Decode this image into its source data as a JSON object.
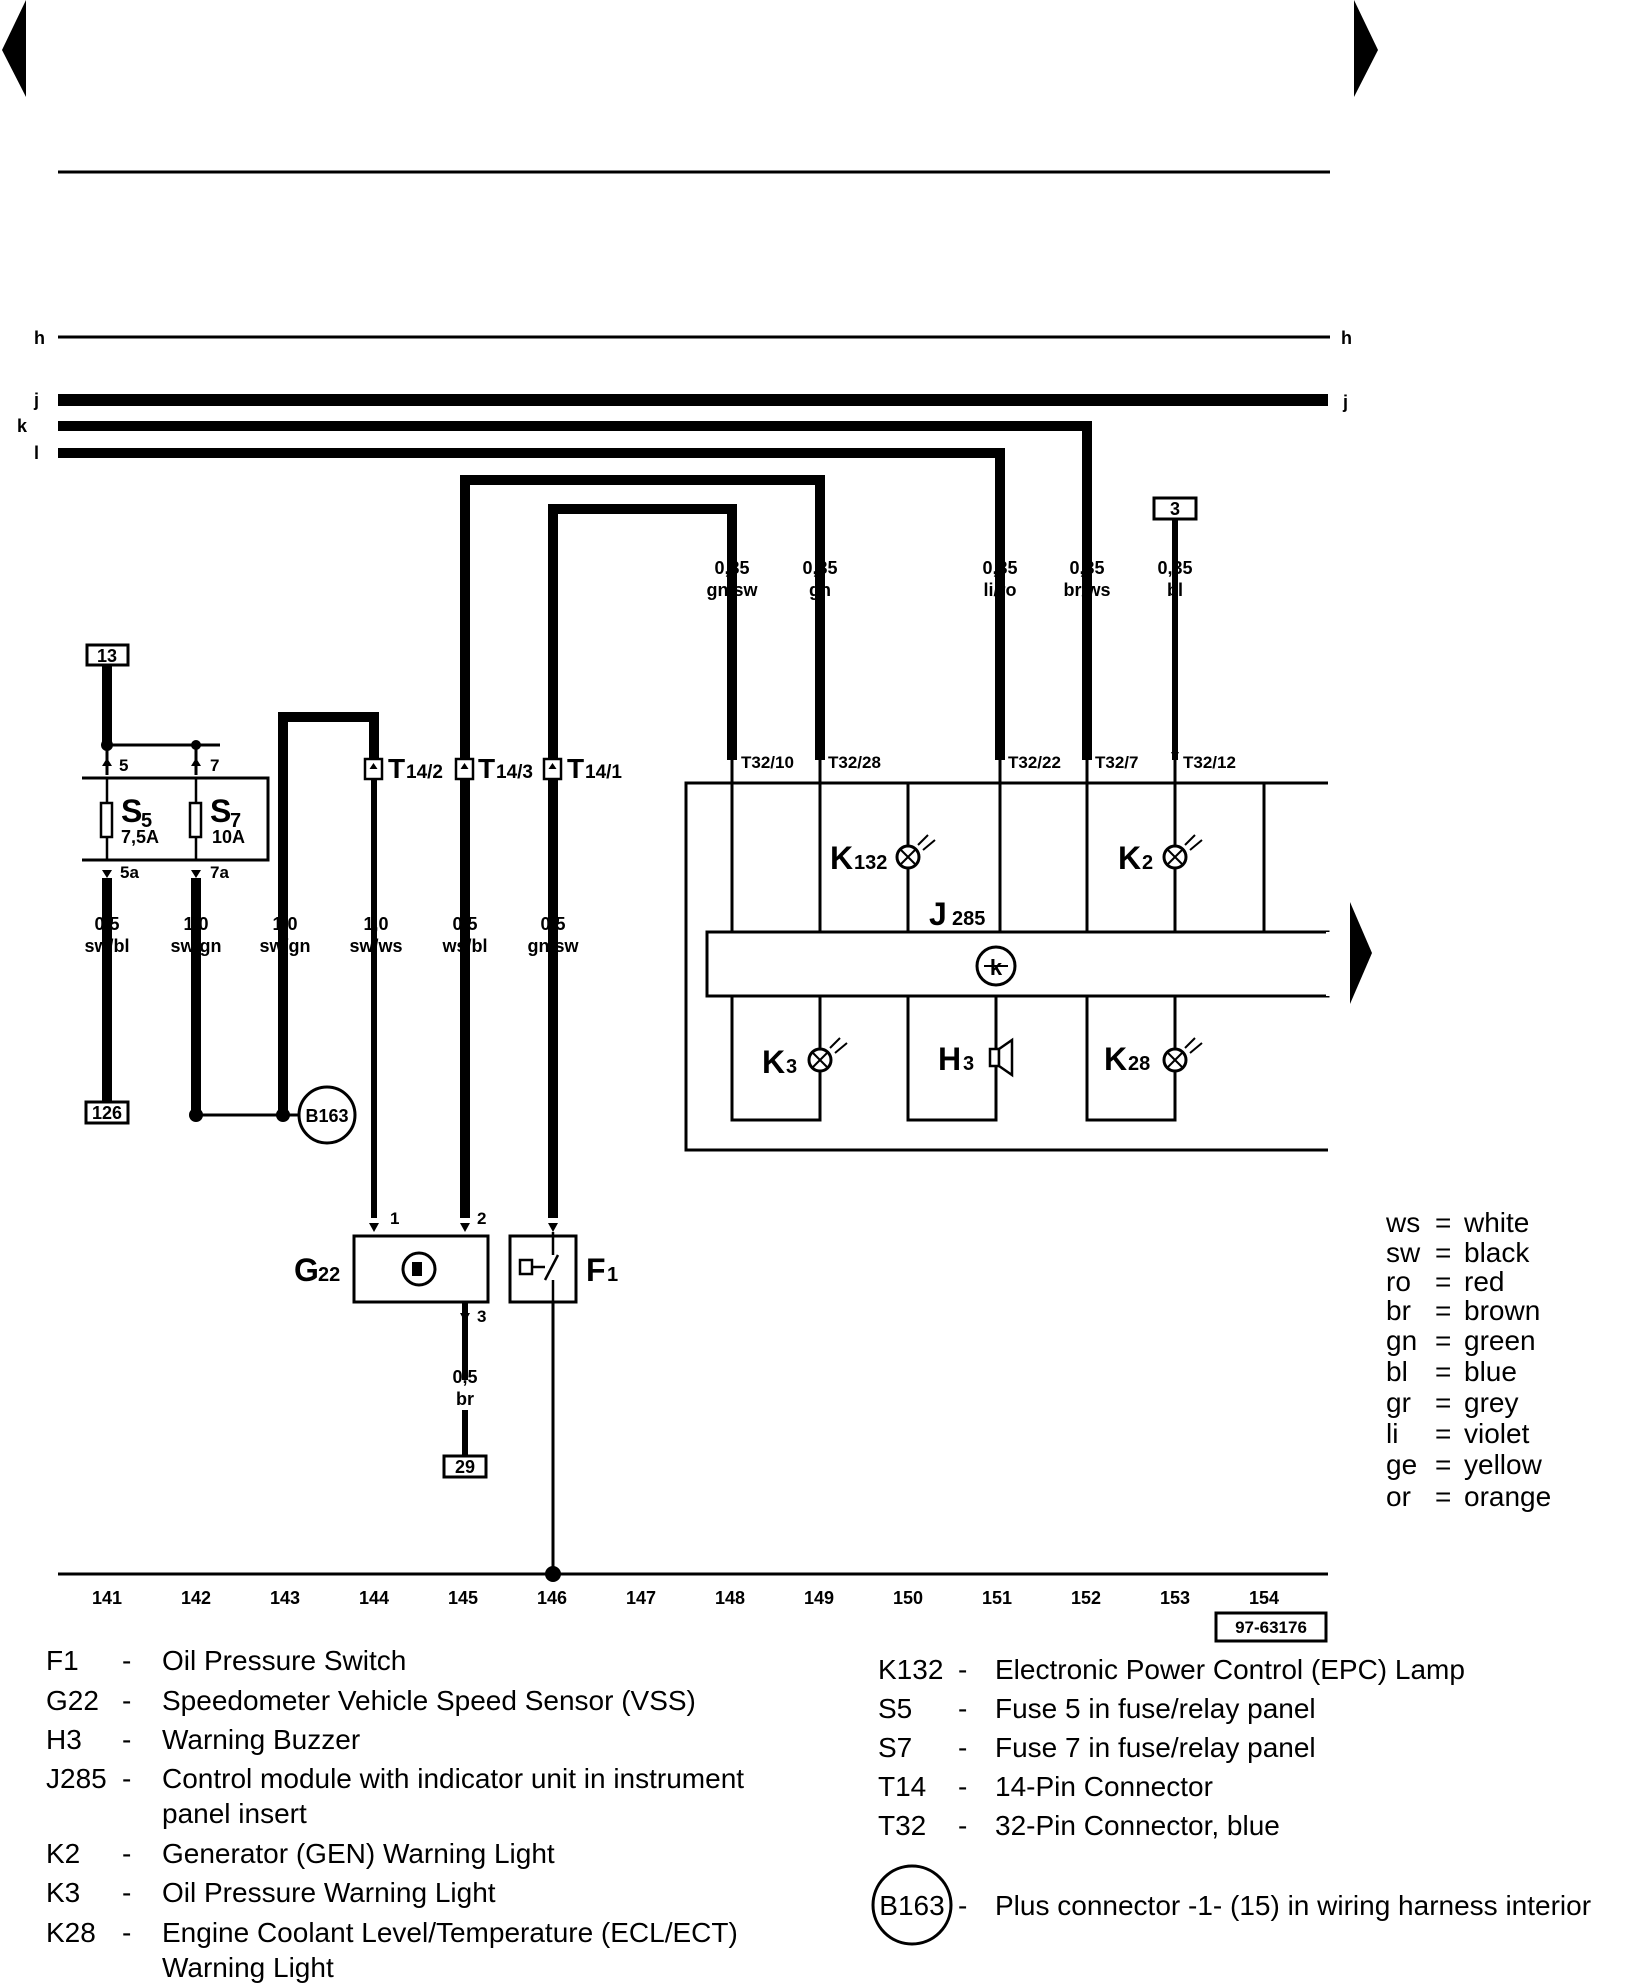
{
  "rails": [
    {
      "id": "h",
      "left": "h",
      "right": "h"
    },
    {
      "id": "j",
      "left": "j",
      "right": "j"
    },
    {
      "id": "k",
      "left": "k"
    },
    {
      "id": "l",
      "left": "l"
    }
  ],
  "ref_boxes": {
    "box13": "13",
    "box3": "3",
    "box126": "126",
    "box29": "29"
  },
  "fuses": {
    "s5": {
      "label": "S",
      "sub": "5",
      "rating": "7,5A",
      "pin_in": "5",
      "pin_out": "5a"
    },
    "s7": {
      "label": "S",
      "sub": "7",
      "rating": "10A",
      "pin_in": "7",
      "pin_out": "7a"
    }
  },
  "t14": [
    {
      "main": "T",
      "sub": "14/2"
    },
    {
      "main": "T",
      "sub": "14/3"
    },
    {
      "main": "T",
      "sub": "14/1"
    }
  ],
  "t32": [
    "T32/10",
    "T32/28",
    "T32/22",
    "T32/7",
    "T32/12"
  ],
  "wires_lower": [
    {
      "gauge": "0,5",
      "color": "sw/bl"
    },
    {
      "gauge": "1,0",
      "color": "sw/gn"
    },
    {
      "gauge": "1,0",
      "color": "sw/gn"
    },
    {
      "gauge": "1,0",
      "color": "sw/ws"
    },
    {
      "gauge": "0,5",
      "color": "ws/bl"
    },
    {
      "gauge": "0,5",
      "color": "gn/sw"
    }
  ],
  "wires_upper": [
    {
      "gauge": "0,35",
      "color": "gn/sw"
    },
    {
      "gauge": "0,35",
      "color": "gn"
    },
    {
      "gauge": "0,35",
      "color": "li/ro"
    },
    {
      "gauge": "0,35",
      "color": "br/ws"
    },
    {
      "gauge": "0,35",
      "color": "bl"
    }
  ],
  "wire_g22_ground": {
    "gauge": "0,5",
    "color": "br"
  },
  "components": {
    "j285": {
      "main": "J",
      "sub": "285"
    },
    "k132": {
      "main": "K",
      "sub": "132"
    },
    "k2": {
      "main": "K",
      "sub": "2"
    },
    "k3": {
      "main": "K",
      "sub": "3"
    },
    "h3": {
      "main": "H",
      "sub": "3"
    },
    "k28": {
      "main": "K",
      "sub": "28"
    },
    "g22": {
      "main": "G",
      "sub": "22",
      "pins": [
        "1",
        "2",
        "3"
      ]
    },
    "f1": {
      "main": "F",
      "sub": "1"
    },
    "b163": "B163"
  },
  "track_numbers": [
    "141",
    "142",
    "143",
    "144",
    "145",
    "146",
    "147",
    "148",
    "149",
    "150",
    "151",
    "152",
    "153",
    "154"
  ],
  "diagram_id": "97-63176",
  "color_legend": [
    {
      "code": "ws",
      "name": "white"
    },
    {
      "code": "sw",
      "name": "black"
    },
    {
      "code": "ro",
      "name": "red"
    },
    {
      "code": "br",
      "name": "brown"
    },
    {
      "code": "gn",
      "name": "green"
    },
    {
      "code": "bl",
      "name": "blue"
    },
    {
      "code": "gr",
      "name": "grey"
    },
    {
      "code": "li",
      "name": "violet"
    },
    {
      "code": "ge",
      "name": "yellow"
    },
    {
      "code": "or",
      "name": "orange"
    }
  ],
  "component_legend_left": [
    {
      "code": "F1",
      "sep": "-",
      "desc": "Oil Pressure Switch"
    },
    {
      "code": "G22",
      "sep": "-",
      "desc": "Speedometer Vehicle Speed Sensor (VSS)"
    },
    {
      "code": "H3",
      "sep": "-",
      "desc": "Warning Buzzer"
    },
    {
      "code": "J285",
      "sep": "-",
      "desc": "Control module with indicator unit in instrument",
      "desc2": "panel insert"
    },
    {
      "code": "K2",
      "sep": "-",
      "desc": "Generator (GEN) Warning Light"
    },
    {
      "code": "K3",
      "sep": "-",
      "desc": "Oil Pressure Warning Light"
    },
    {
      "code": "K28",
      "sep": "-",
      "desc": "Engine Coolant Level/Temperature (ECL/ECT)",
      "desc2": "Warning Light"
    }
  ],
  "component_legend_right": [
    {
      "code": "K132",
      "sep": "-",
      "desc": "Electronic Power Control (EPC) Lamp"
    },
    {
      "code": "S5",
      "sep": "-",
      "desc": "Fuse 5 in fuse/relay panel"
    },
    {
      "code": "S7",
      "sep": "-",
      "desc": "Fuse 7 in fuse/relay panel"
    },
    {
      "code": "T14",
      "sep": "-",
      "desc": "14-Pin Connector"
    },
    {
      "code": "T32",
      "sep": "-",
      "desc": "32-Pin Connector, blue"
    }
  ],
  "b163_legend": {
    "code": "B163",
    "sep": "-",
    "desc": "Plus connector -1- (15) in wiring harness interior"
  }
}
